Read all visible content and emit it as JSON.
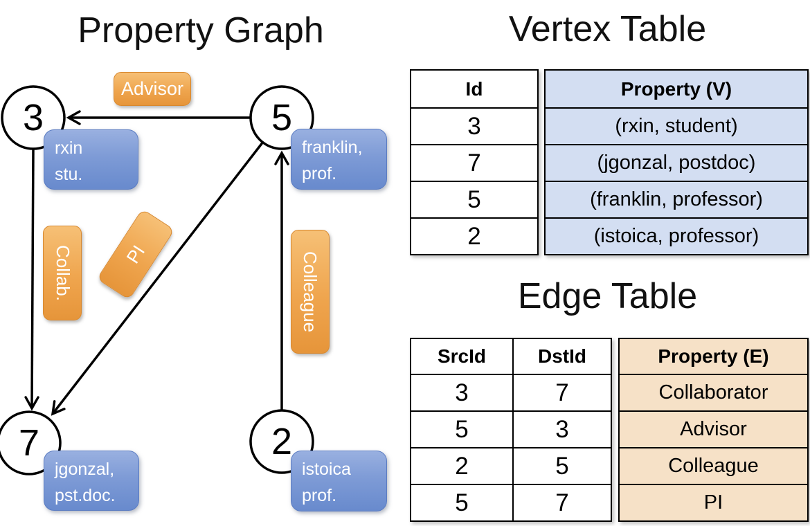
{
  "titles": {
    "graph": "Property Graph",
    "vertex_table": "Vertex Table",
    "edge_table": "Edge Table"
  },
  "graph": {
    "nodes": [
      {
        "id": "3",
        "property_lines": [
          "rxin",
          "stu."
        ]
      },
      {
        "id": "5",
        "property_lines": [
          "franklin,",
          "prof."
        ]
      },
      {
        "id": "7",
        "property_lines": [
          "jgonzal,",
          "pst.doc."
        ]
      },
      {
        "id": "2",
        "property_lines": [
          "istoica",
          "prof."
        ]
      }
    ],
    "edge_labels": {
      "advisor": "Advisor",
      "collab": "Collab.",
      "pi": "PI",
      "colleague": "Colleague"
    }
  },
  "vertex_table": {
    "headers": {
      "id": "Id",
      "property": "Property (V)"
    },
    "rows": [
      {
        "id": "3",
        "property": "(rxin, student)"
      },
      {
        "id": "7",
        "property": "(jgonzal, postdoc)"
      },
      {
        "id": "5",
        "property": "(franklin, professor)"
      },
      {
        "id": "2",
        "property": "(istoica, professor)"
      }
    ]
  },
  "edge_table": {
    "headers": {
      "src": "SrcId",
      "dst": "DstId",
      "property": "Property (E)"
    },
    "rows": [
      {
        "src": "3",
        "dst": "7",
        "property": "Collaborator"
      },
      {
        "src": "5",
        "dst": "3",
        "property": "Advisor"
      },
      {
        "src": "2",
        "dst": "5",
        "property": "Colleague"
      },
      {
        "src": "5",
        "dst": "7",
        "property": "PI"
      }
    ]
  },
  "colors": {
    "edge_label_fill": "#efa54e",
    "node_property_fill": "#7e9bd6",
    "vertex_table_property_fill": "#d3def2",
    "edge_table_property_fill": "#f6e1c7",
    "table_border": "#000000",
    "label_text": "#ffffff"
  }
}
